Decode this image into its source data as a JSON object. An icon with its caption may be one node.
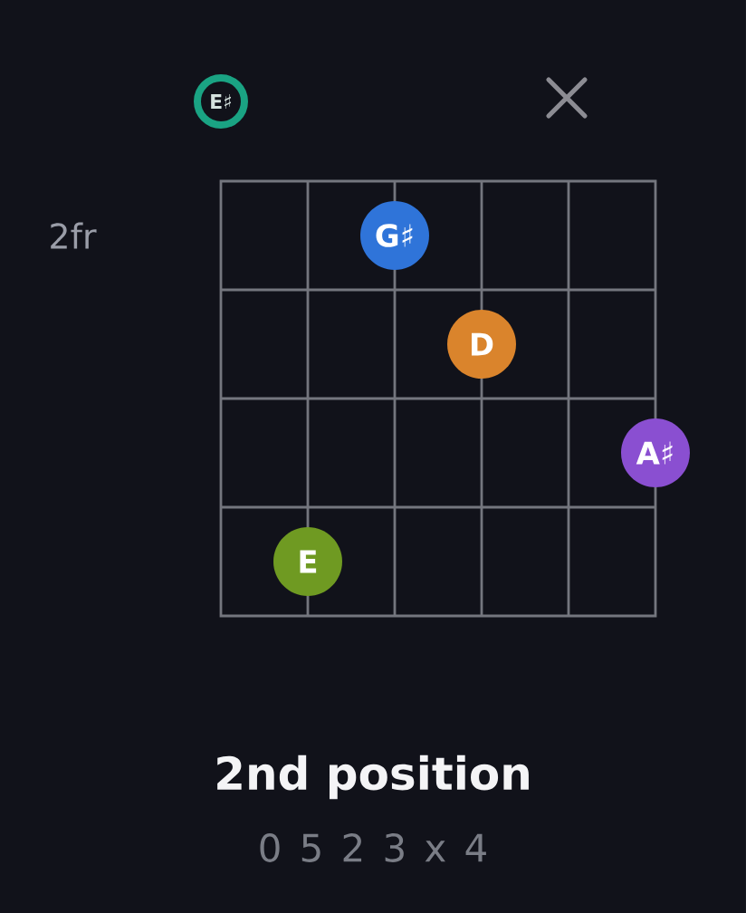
{
  "diagram": {
    "caption": "2nd position",
    "nodes": [
      {
        "text": [
          "E♯"
        ]
      },
      {
        "text": [
          "G♯"
        ]
      },
      {
        "text": [
          "D"
        ]
      },
      {
        "text": [
          "A♯"
        ]
      },
      {
        "text": [
          "E"
        ]
      }
    ],
    "labels": [
      "2fr",
      "0 5 2 3 x 4"
    ]
  }
}
